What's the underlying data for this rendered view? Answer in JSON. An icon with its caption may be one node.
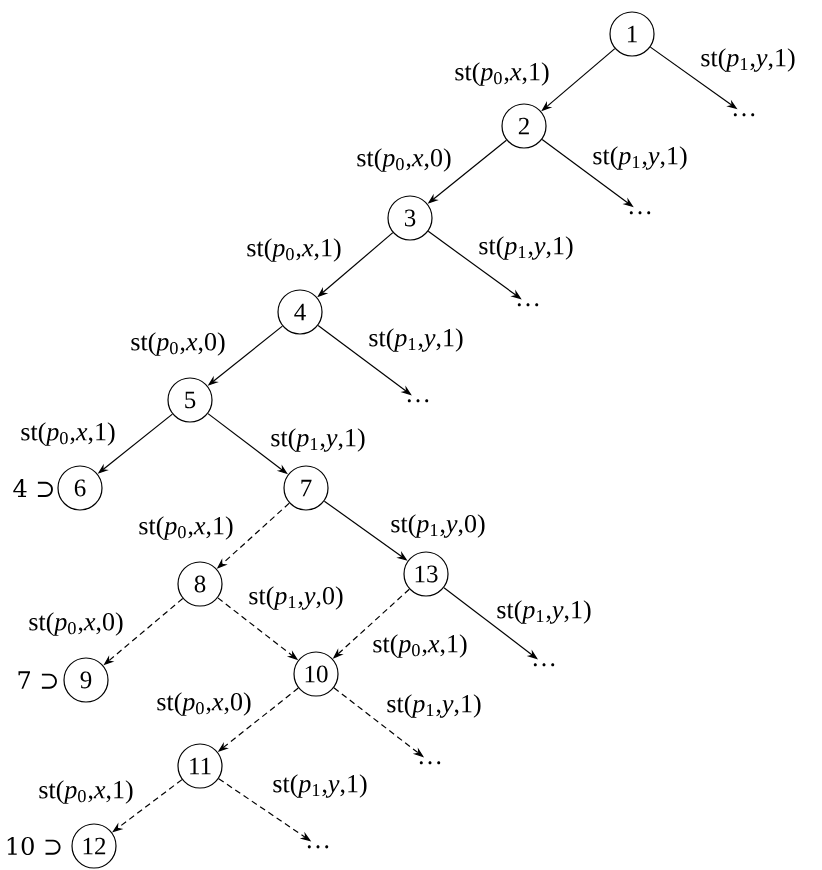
{
  "diagram": {
    "nodes": [
      {
        "text": [
          "1"
        ]
      },
      {
        "text": [
          "2"
        ]
      },
      {
        "text": [
          "…"
        ]
      },
      {
        "text": [
          "3"
        ]
      },
      {
        "text": [
          "…"
        ]
      },
      {
        "text": [
          "4"
        ]
      },
      {
        "text": [
          "…"
        ]
      },
      {
        "text": [
          "5"
        ]
      },
      {
        "text": [
          "…"
        ]
      },
      {
        "text": [
          "6"
        ],
        "beside": [
          "4 ⊃"
        ]
      },
      {
        "text": [
          "7"
        ]
      },
      {
        "text": [
          "8"
        ]
      },
      {
        "text": [
          "13"
        ]
      },
      {
        "text": [
          "9"
        ],
        "beside": [
          "7 ⊃"
        ]
      },
      {
        "text": [
          "10"
        ]
      },
      {
        "text": [
          "…"
        ]
      },
      {
        "text": [
          "11"
        ]
      },
      {
        "text": [
          "…"
        ]
      },
      {
        "text": [
          "12"
        ],
        "beside": [
          "10 ⊃"
        ]
      },
      {
        "text": [
          "…"
        ]
      }
    ],
    "edges": [
      {
        "from": 0,
        "to": 1,
        "arrow": "to",
        "label": "st(*p*$_{0}$,*x*,1)"
      },
      {
        "from": 0,
        "to": 2,
        "arrow": "to",
        "label": "st(*p*$_{1}$,*y*,1)"
      },
      {
        "from": 1,
        "to": 3,
        "arrow": "to",
        "label": "st(*p*$_{0}$,*x*,0)"
      },
      {
        "from": 1,
        "to": 4,
        "arrow": "to",
        "label": "st(*p*$_{1}$,*y*,1)"
      },
      {
        "from": 3,
        "to": 5,
        "arrow": "to",
        "label": "st(*p*$_{0}$,*x*,1)"
      },
      {
        "from": 3,
        "to": 6,
        "arrow": "to",
        "label": "st(*p*$_{1}$,*y*,1)"
      },
      {
        "from": 5,
        "to": 7,
        "arrow": "to",
        "label": "st(*p*$_{0}$,*x*,0)"
      },
      {
        "from": 5,
        "to": 8,
        "arrow": "to",
        "label": "st(*p*$_{1}$,*y*,1)"
      },
      {
        "from": 7,
        "to": 9,
        "arrow": "to",
        "label": "st(*p*$_{0}$,*x*,1)"
      },
      {
        "from": 7,
        "to": 10,
        "arrow": "to",
        "label": "st(*p*$_{1}$,*y*,1)"
      },
      {
        "from": 10,
        "to": 11,
        "arrow": "to",
        "label": "st(*p*$_{0}$,*x*,1)",
        "style": "dashed"
      },
      {
        "from": 10,
        "to": 12,
        "arrow": "to",
        "label": "st(*p*$_{1}$,*y*,0)"
      },
      {
        "from": 11,
        "to": 13,
        "arrow": "to",
        "label": "st(*p*$_{0}$,*x*,0)",
        "style": "dashed"
      },
      {
        "from": 11,
        "to": 14,
        "arrow": "to",
        "label": "st(*p*$_{1}$,*y*,0)",
        "style": "dashed"
      },
      {
        "from": 12,
        "to": 14,
        "arrow": "to",
        "label": "st(*p*$_{0}$,*x*,1)",
        "style": "dashed"
      },
      {
        "from": 12,
        "to": 15,
        "arrow": "to",
        "label": "st(*p*$_{1}$,*y*,1)"
      },
      {
        "from": 14,
        "to": 16,
        "arrow": "to",
        "label": "st(*p*$_{0}$,*x*,0)",
        "style": "dashed"
      },
      {
        "from": 14,
        "to": 17,
        "arrow": "to",
        "label": "st(*p*$_{1}$,*y*,1)",
        "style": "dashed"
      },
      {
        "from": 16,
        "to": 18,
        "arrow": "to",
        "label": "st(*p*$_{0}$,*x*,1)",
        "style": "dashed"
      },
      {
        "from": 16,
        "to": 19,
        "arrow": "to",
        "label": "st(*p*$_{1}$,*y*,1)",
        "style": "dashed"
      }
    ]
  }
}
